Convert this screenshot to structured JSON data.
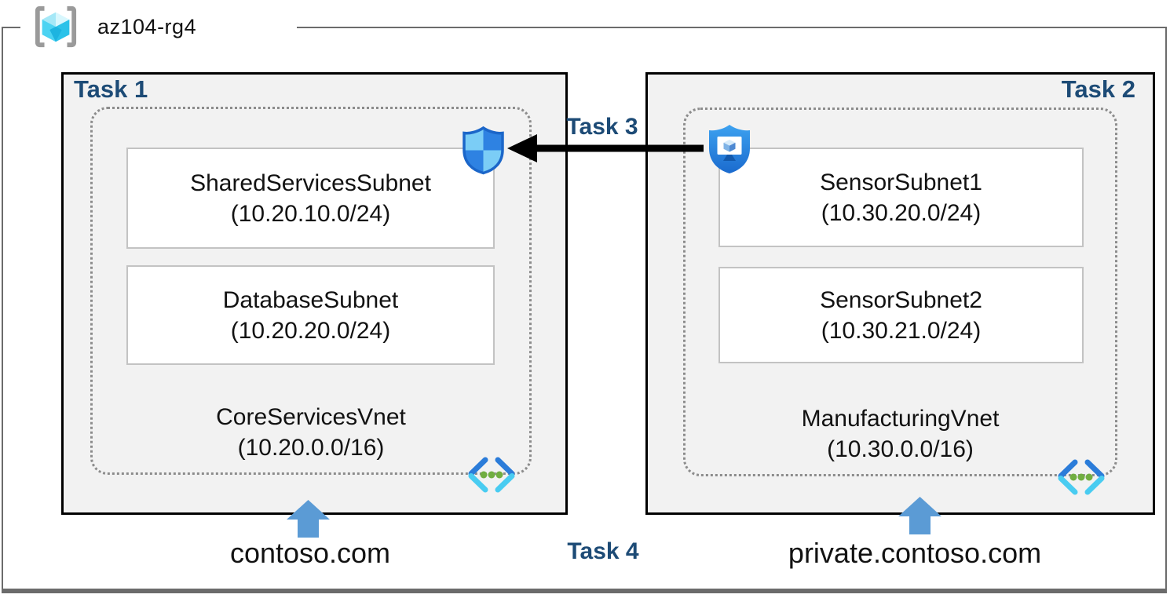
{
  "resource_group": {
    "name": "az104-rg4"
  },
  "tasks": {
    "task1": "Task 1",
    "task2": "Task 2",
    "task3": "Task 3",
    "task4": "Task 4"
  },
  "left": {
    "subnet1": {
      "name": "SharedServicesSubnet",
      "cidr": "(10.20.10.0/24)"
    },
    "subnet2": {
      "name": "DatabaseSubnet",
      "cidr": "(10.20.20.0/24)"
    },
    "vnet": {
      "name": "CoreServicesVnet",
      "cidr": "(10.20.0.0/16)"
    },
    "dns": "contoso.com"
  },
  "right": {
    "subnet1": {
      "name": "SensorSubnet1",
      "cidr": "(10.30.20.0/24)"
    },
    "subnet2": {
      "name": "SensorSubnet2",
      "cidr": "(10.30.21.0/24)"
    },
    "vnet": {
      "name": "ManufacturingVnet",
      "cidr": "(10.30.0.0/16)"
    },
    "dns": "private.contoso.com"
  },
  "icons": {
    "resource_group": "resource-group-brackets-cube",
    "left_shield": "network-security-shield-icon",
    "right_shield": "bastion-monitor-shield-icon",
    "vnet": "virtual-network-brackets-icon",
    "peering_arrow": "black-left-arrow",
    "dns_arrow": "blue-up-arrow"
  },
  "colors": {
    "task_label": "#1d4b76",
    "box_background": "#f2f2f2",
    "blue_arrow": "#5b9bd5",
    "shield_light": "#7bcdf6",
    "shield_dark": "#2e82e2",
    "frame_gray": "#6b6b6b"
  }
}
